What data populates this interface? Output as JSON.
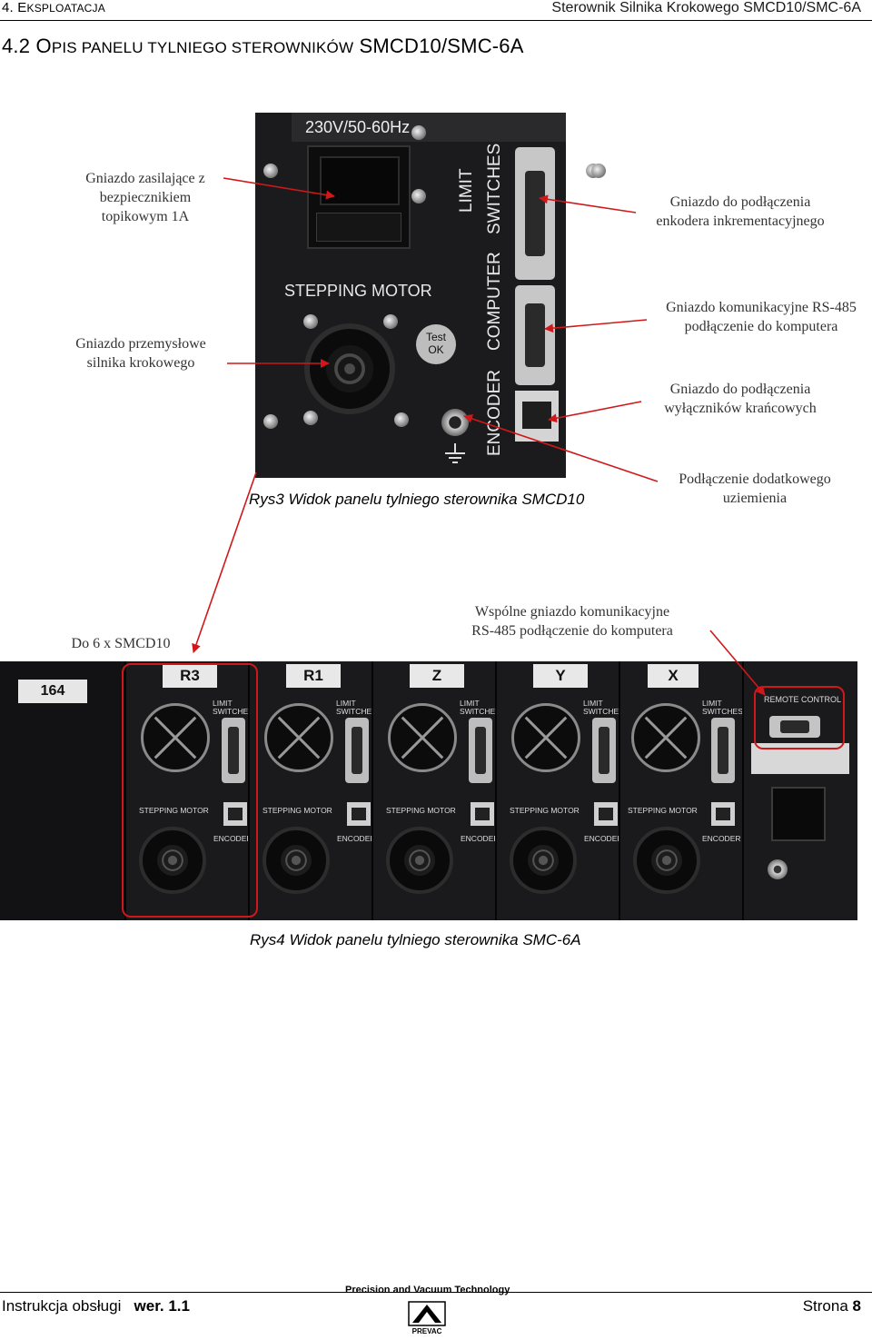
{
  "header": {
    "chapter_prefix": "4. E",
    "chapter_rest": "KSPLOATACJA",
    "doc_title": "Sterownik Silnika Krokowego SMCD10/SMC-6A"
  },
  "section": {
    "number": "4.2 O",
    "title_a": "PIS PANELU TYLNIEGO STEROWNIKÓW",
    "title_b": " SMCD10/SMC-6A"
  },
  "figure1": {
    "panel_labels": {
      "voltage": "230V/50-60Hz",
      "limit": "LIMIT",
      "switches": "SWITCHES",
      "computer": "COMPUTER",
      "encoder": "ENCODER",
      "stepping_motor": "STEPPING MOTOR",
      "test": "Test",
      "ok": "OK"
    },
    "annotations": {
      "power_socket": [
        "Gniazdo zasilające z",
        "bezpiecznikiem",
        "topikowym 1A"
      ],
      "motor_socket": [
        "Gniazdo przemysłowe",
        "silnika krokowego"
      ],
      "encoder_socket": [
        "Gniazdo do podłączenia",
        "enkodera inkrementacyjnego"
      ],
      "rs485_socket": [
        "Gniazdo komunikacyjne RS-485",
        "podłączenie do komputera"
      ],
      "limit_socket": [
        "Gniazdo do podłączenia",
        "wyłączników krańcowych"
      ],
      "ground": [
        "Podłączenie dodatkowego",
        "uziemienia"
      ]
    },
    "caption": "Rys3 Widok panelu tylniego sterownika SMCD10"
  },
  "figure2": {
    "annotations": {
      "up_to_six": "Do 6 x SMCD10",
      "common_socket": [
        "Wspólne gniazdo komunikacyjne",
        "RS-485 podłączenie do komputera"
      ]
    },
    "rack_id": "164",
    "modules": [
      "R3",
      "R1",
      "Z",
      "Y",
      "X"
    ],
    "module_labels": {
      "limit": "LIMIT",
      "switches": "SWITCHES",
      "stepping_motor": "STEPPING MOTOR",
      "encoder": "ENCODER"
    },
    "remote_control": "REMOTE CONTROL",
    "caption": "Rys4 Widok panelu tylniego sterownika SMC-6A"
  },
  "footer": {
    "manual_label": "Instrukcja obsługi",
    "version": "wer. 1.1",
    "company_tagline": "Precision and Vacuum Technology",
    "page_label": "Strona",
    "page_number": "8",
    "logo_text": "PREVAC"
  },
  "colors": {
    "arrow": "#d0181a",
    "panel": "#1b1b1d"
  }
}
